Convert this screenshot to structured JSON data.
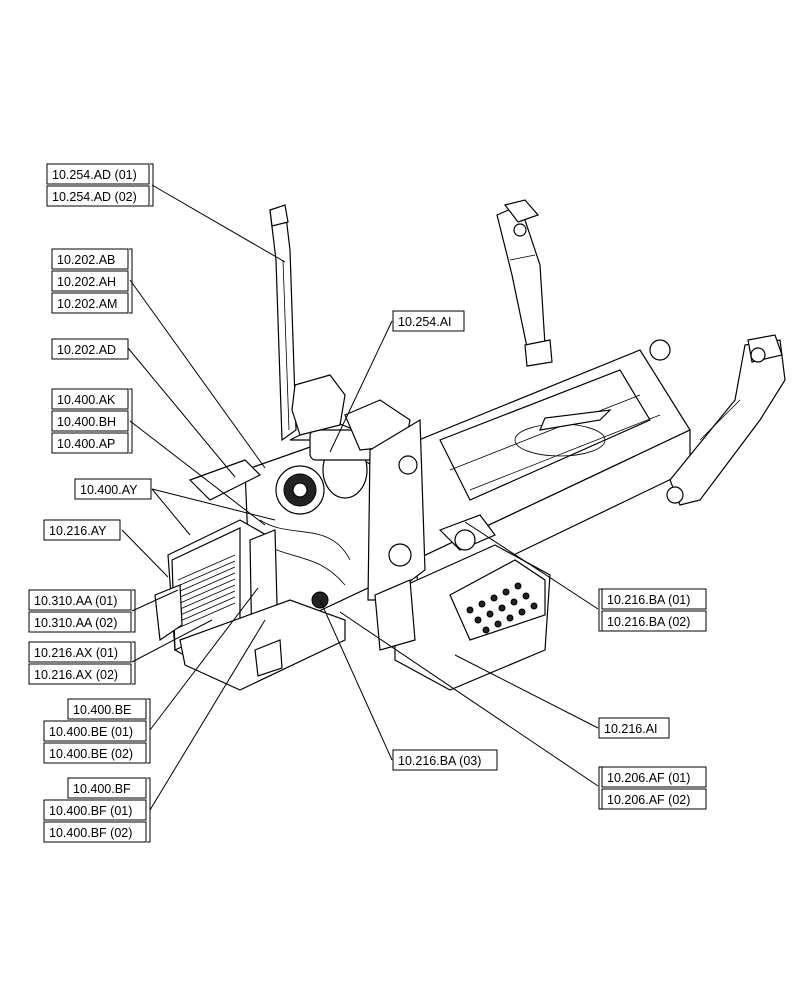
{
  "labels": {
    "exhaust_1": "10.254.AD (01)",
    "exhaust_2": "10.254.AD (02)",
    "ab": "10.202.AB",
    "ah": "10.202.AH",
    "am": "10.202.AM",
    "ai_254": "10.254.AI",
    "ad_202": "10.202.AD",
    "ak": "10.400.AK",
    "bh": "10.400.BH",
    "ap": "10.400.AP",
    "ay_400": "10.400.AY",
    "ay_216": "10.216.AY",
    "aa_1": "10.310.AA (01)",
    "aa_2": "10.310.AA (02)",
    "ax_1": "10.216.AX (01)",
    "ax_2": "10.216.AX (02)",
    "be": "10.400.BE",
    "be_1": "10.400.BE (01)",
    "be_2": "10.400.BE (02)",
    "bf": "10.400.BF",
    "bf_1": "10.400.BF (01)",
    "bf_2": "10.400.BF (02)",
    "ba_1": "10.216.BA (01)",
    "ba_2": "10.216.BA (02)",
    "ai_216": "10.216.AI",
    "ba_3": "10.216.BA (03)",
    "af_1": "10.206.AF (01)",
    "af_2": "10.206.AF (02)"
  }
}
